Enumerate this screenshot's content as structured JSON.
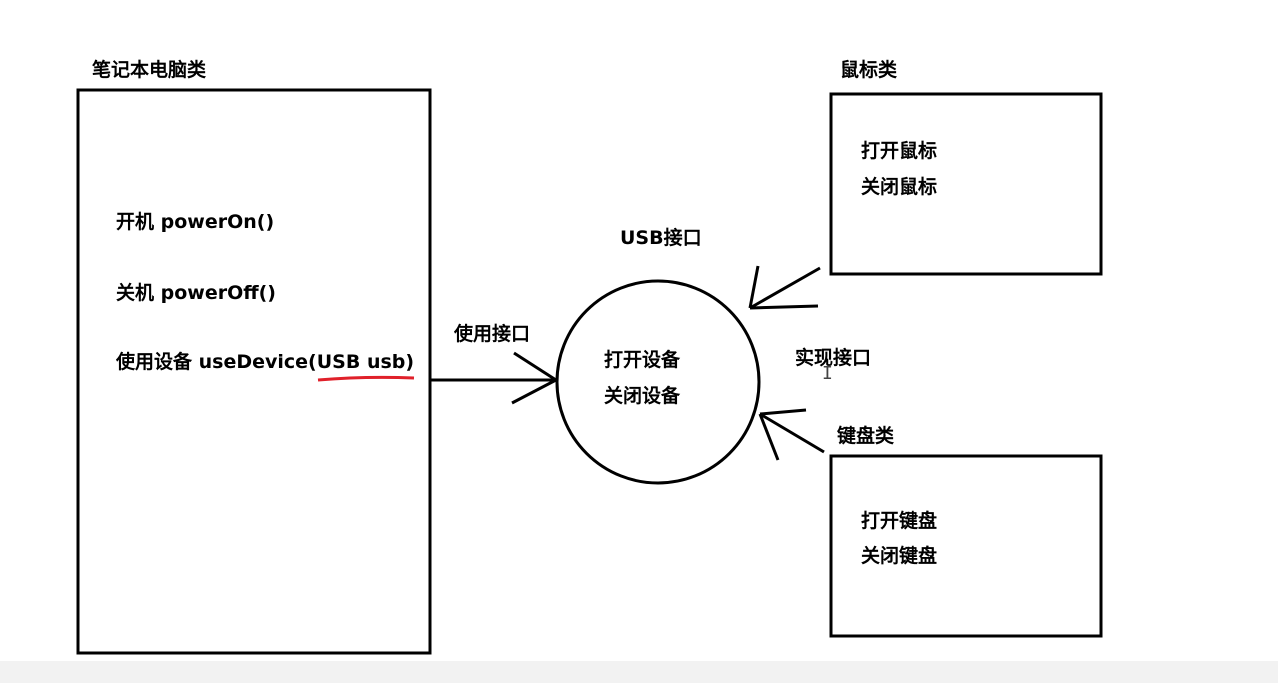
{
  "laptop": {
    "title": "笔记本电脑类",
    "power_on": "开机 powerOn()",
    "power_off": "关机 powerOff()",
    "use_device_prefix": "使用设备 useDevice",
    "use_device_param": "(USB usb)"
  },
  "usb": {
    "title": "USB接口",
    "open": "打开设备",
    "close": "关闭设备"
  },
  "use_interface_label": "使用接口",
  "implement_interface_label": "实现接口",
  "mouse": {
    "title": "鼠标类",
    "open": "打开鼠标",
    "close": "关闭鼠标"
  },
  "keyboard": {
    "title": "键盘类",
    "open": "打开键盘",
    "close": "关闭键盘"
  },
  "colors": {
    "line": "#000000",
    "underline": "#e0202a",
    "background": "#ffffff"
  }
}
